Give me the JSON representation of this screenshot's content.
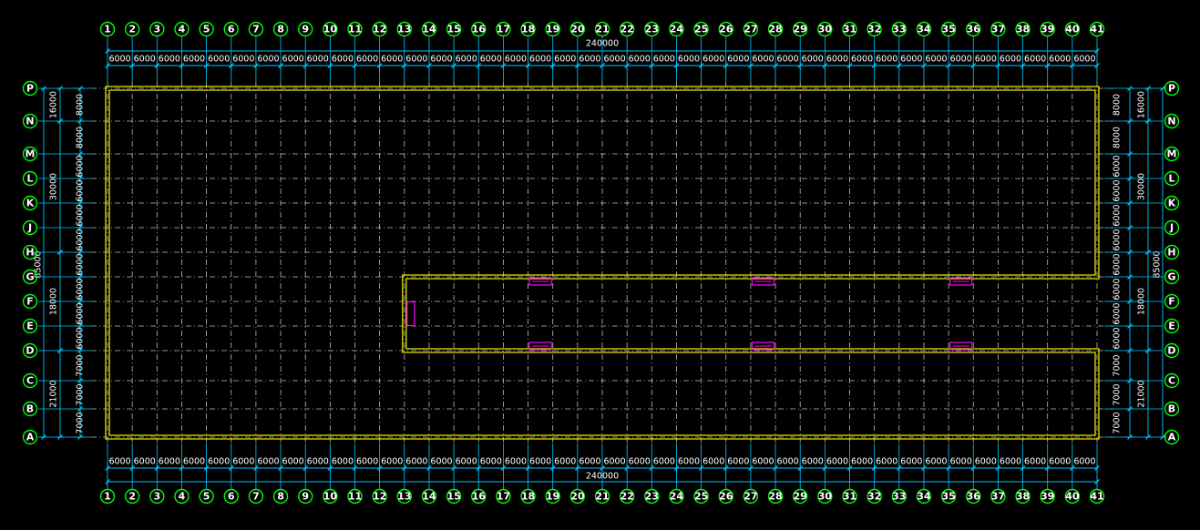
{
  "colors": {
    "background": "#000000",
    "grid": "#bdbdbd",
    "dimension": "#00c8ff",
    "wall": "#e6e600",
    "bubble": "#00ff00",
    "marker": "#ff00ff",
    "text": "#ffffff"
  },
  "columns": [
    "1",
    "2",
    "3",
    "4",
    "5",
    "6",
    "7",
    "8",
    "9",
    "10",
    "11",
    "12",
    "13",
    "14",
    "15",
    "16",
    "17",
    "18",
    "19",
    "20",
    "21",
    "22",
    "23",
    "24",
    "25",
    "26",
    "27",
    "28",
    "29",
    "30",
    "31",
    "32",
    "33",
    "34",
    "35",
    "36",
    "37",
    "38",
    "39",
    "40",
    "41"
  ],
  "rows": [
    "P",
    "N",
    "M",
    "L",
    "K",
    "J",
    "H",
    "G",
    "F",
    "E",
    "D",
    "C",
    "B",
    "A"
  ],
  "column_spacing": "6000",
  "overall_width": "240000",
  "row_spacings": [
    "8000",
    "8000",
    "6000",
    "6000",
    "6000",
    "6000",
    "6000",
    "6000",
    "6000",
    "6000",
    "7000",
    "7000",
    "7000"
  ],
  "row_groups": [
    "16000",
    "30000",
    "18000",
    "21000"
  ],
  "overall_height": "85000",
  "markers_top_between": [
    "18-19",
    "27-28",
    "35-36"
  ],
  "markers_bottom_between": [
    "18-19",
    "27-28",
    "35-36"
  ]
}
